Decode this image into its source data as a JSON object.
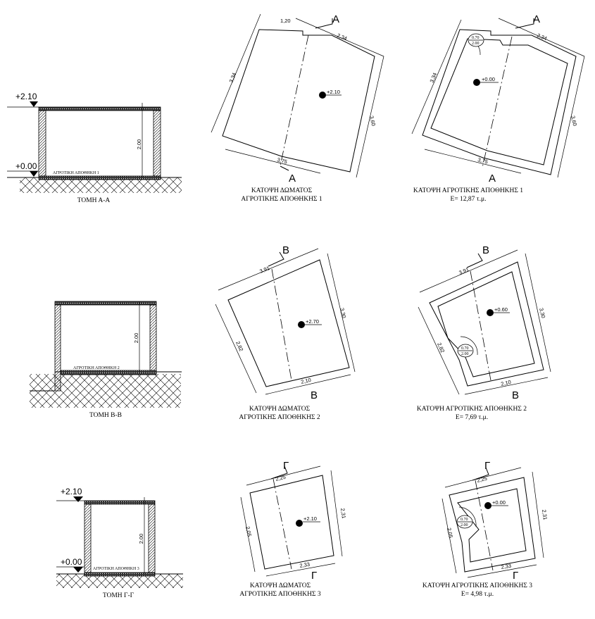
{
  "sections": [
    {
      "caption": "ΤΟΜΗ Α-Α",
      "level_top": "+2.10",
      "level_bottom": "+0.00",
      "height": "2.00",
      "room_label": "ΑΓΡΟΤΙΚΗ ΑΠΟΘΗΚΗ 1"
    },
    {
      "caption": "ΤΟΜΗ Β-Β",
      "height": "2.00",
      "room_label": "ΑΓΡΟΤΙΚΗ ΑΠΟΘΗΚΗ 2"
    },
    {
      "caption": "ΤΟΜΗ Γ-Γ",
      "level_top": "+2.10",
      "level_bottom": "+0.00",
      "height": "2.00",
      "room_label": "ΑΓΡΟΤΙΚΗ ΑΠΟΘΗΚΗ 3"
    }
  ],
  "roof_plans": [
    {
      "caption_line1": "ΚΑΤΟΨΗ ΔΩΜΑΤΟΣ",
      "caption_line2": "ΑΓΡΟΤΙΚΗΣ ΑΠΟΘΗΚΗΣ  1",
      "level": "+2.10",
      "dims": [
        "1,20",
        "2,34",
        "3,34",
        "3,60",
        "3,75"
      ],
      "section_letter": "Α"
    },
    {
      "caption_line1": "ΚΑΤΟΨΗ ΔΩΜΑΤΟΣ",
      "caption_line2": "ΑΓΡΟΤΙΚΗΣ ΑΠΟΘΗΚΗΣ 2",
      "level": "+2.70",
      "dims": [
        "3,91",
        "3,30",
        "2,82",
        "2,10"
      ],
      "section_letter": "Β"
    },
    {
      "caption_line1": "ΚΑΤΟΨΗ ΔΩΜΑΤΟΣ",
      "caption_line2": "ΑΓΡΟΤΙΚΗΣ ΑΠΟΘΗΚΗΣ 3",
      "level": "+2.10",
      "dims": [
        "2,25",
        "2,31",
        "2,05",
        "2,33"
      ],
      "section_letter": "Γ"
    }
  ],
  "floor_plans": [
    {
      "caption_line1": "ΚΑΤΟΨΗ ΑΓΡΟΤΙΚΗΣ ΑΠΟΘΗΚΗΣ  1",
      "area": "Ε= 12,87 τ.μ.",
      "level": "+0.00",
      "door": [
        "0.70",
        "2.00"
      ],
      "dims": [
        "2,34",
        "3,34",
        "3,60",
        "3,75"
      ],
      "section_letter": "Α"
    },
    {
      "caption_line1": "ΚΑΤΟΨΗ ΑΓΡΟΤΙΚΗΣ ΑΠΟΘΗΚΗΣ 2",
      "area": "Ε= 7,69 τ.μ.",
      "level": "+0.60",
      "door": [
        "0.70",
        "2.00"
      ],
      "dims": [
        "3,91",
        "3,30",
        "2,82",
        "2,10"
      ],
      "section_letter": "Β"
    },
    {
      "caption_line1": "ΚΑΤΟΨΗ ΑΓΡΟΤΙΚΗΣ ΑΠΟΘΗΚΗΣ 3",
      "area": "Ε= 4,98 τ.μ.",
      "level": "+0.00",
      "door": [
        "0.70",
        "2.00"
      ],
      "dims": [
        "2,25",
        "2,31",
        "2,05",
        "2,33"
      ],
      "section_letter": "Γ"
    }
  ]
}
